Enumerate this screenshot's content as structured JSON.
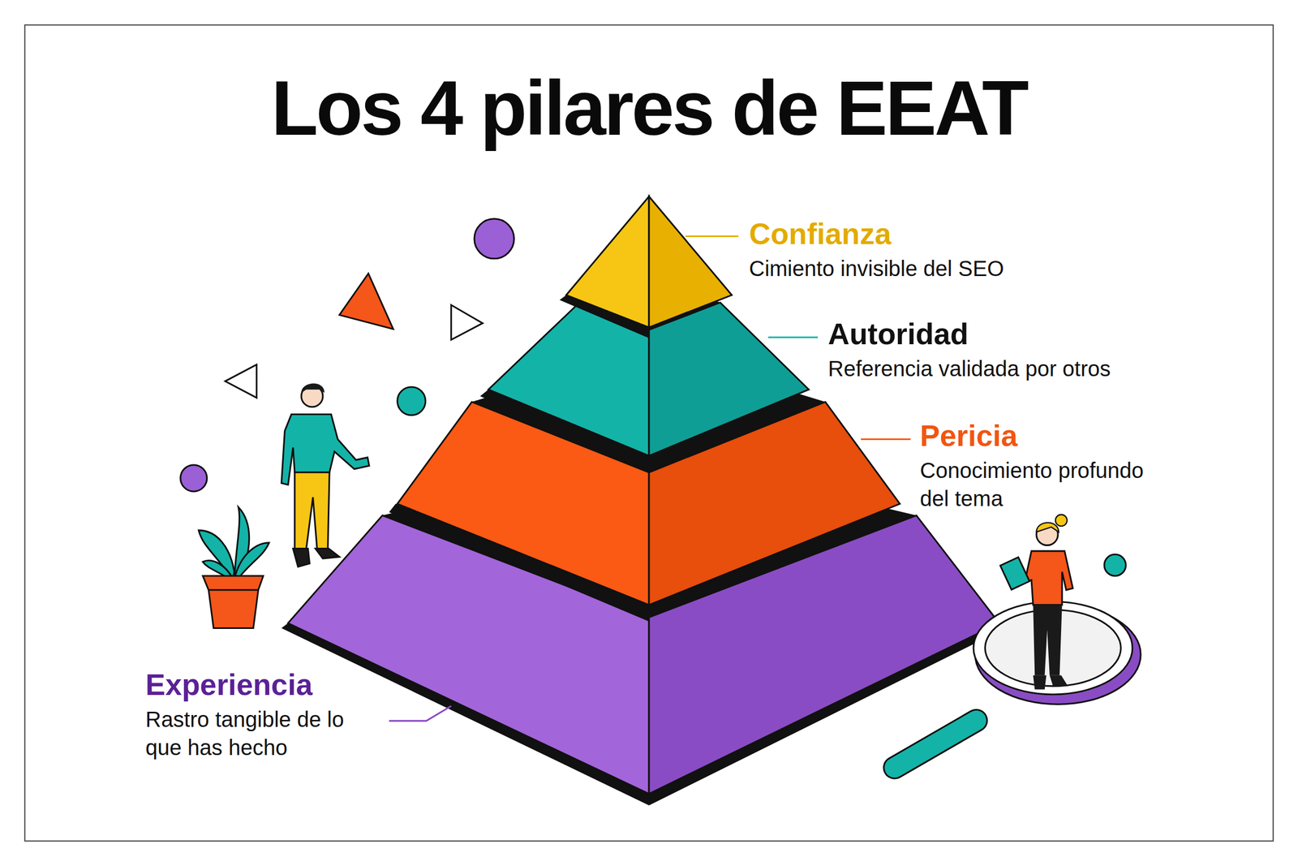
{
  "diagram": {
    "title": "Los 4 pilares de EEAT",
    "nodes": [
      {
        "text": [
          "Confianza",
          "Cimiento invisible del SEO"
        ]
      },
      {
        "text": [
          "Autoridad",
          "Referencia validada por otros"
        ]
      },
      {
        "text": [
          "Pericia",
          "Conocimiento profundo del tema"
        ]
      },
      {
        "text": [
          "Experiencia",
          "Rastro tangible de lo que has hecho"
        ]
      }
    ]
  }
}
